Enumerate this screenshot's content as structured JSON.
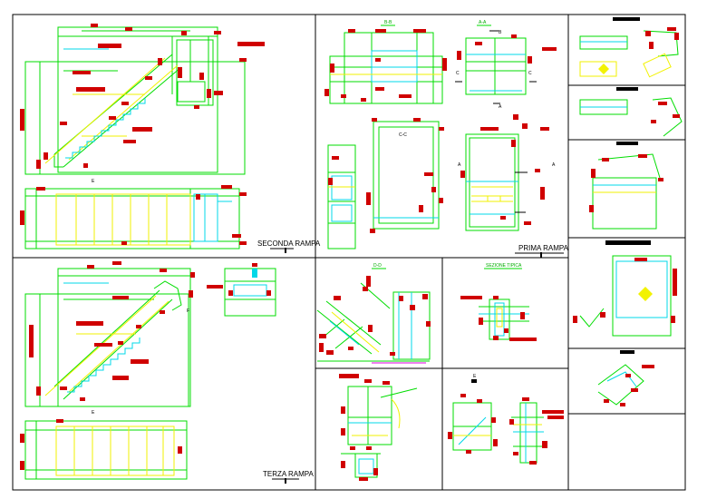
{
  "sheet": {
    "colors": {
      "frame": "#000000",
      "green": "#00dd00",
      "yellow": "#f2f200",
      "cyan": "#00d8e8",
      "red": "#d00000"
    }
  },
  "ramps": {
    "second": "SECONDA RAMPA",
    "first": "PRIMA RAMPA",
    "third": "TERZA RAMPA"
  },
  "sections": {
    "bb": "B-B",
    "aa": "A-A",
    "cc": "C-C",
    "dd": "D-D",
    "typical": "SEZIONE TIPICA"
  },
  "markers": {
    "e1": "E",
    "e2": "E",
    "f": "F",
    "a_top": "A",
    "a_bottom": "A",
    "b": "B",
    "c1": "C",
    "c2": "C",
    "a_left": "A",
    "a_right": "A",
    "e_small": "E"
  }
}
